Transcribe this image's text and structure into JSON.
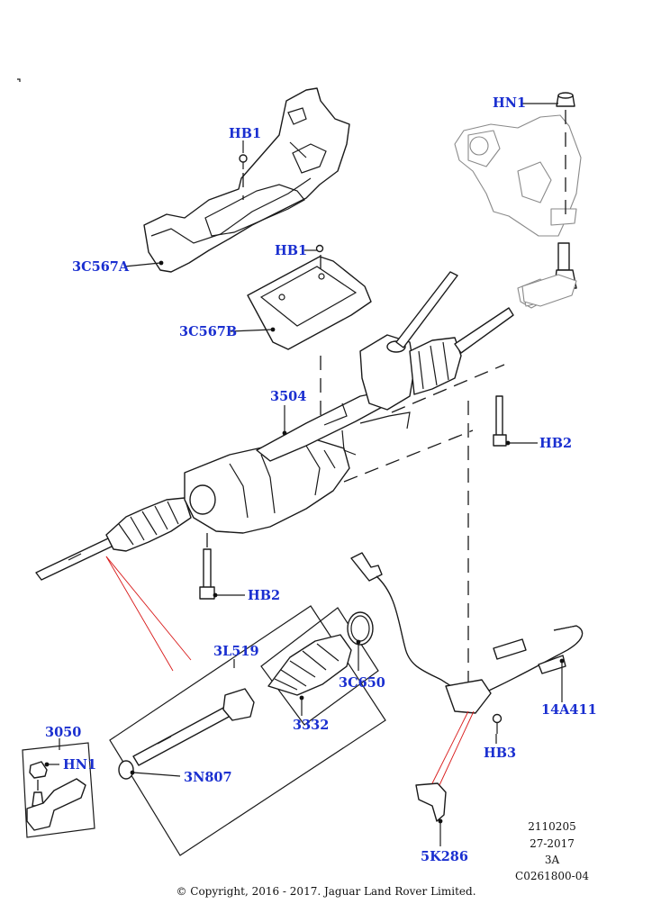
{
  "callouts": {
    "hn1_top": "HN1",
    "hb1_top": "HB1",
    "c3c567a": "3C567A",
    "hb1_mid": "HB1",
    "c3c567b": "3C567B",
    "c3504": "3504",
    "hb2_right": "HB2",
    "hb2_left": "HB2",
    "c3l519": "3L519",
    "c3c650": "3C650",
    "c3332": "3332",
    "c3050": "3050",
    "hn1_bottom": "HN1",
    "c3n807": "3N807",
    "c14a411": "14A411",
    "hb3": "HB3",
    "c5k286": "5K286"
  },
  "meta": {
    "line1": "2110205",
    "line2": "27-2017",
    "line3": "3A",
    "line4": "C0261800-04"
  },
  "copyright": "© Copyright, 2016 - 2017. Jaguar Land Rover Limited.",
  "colors": {
    "callout": "#1a2fd0",
    "leader": "#1a1a1a",
    "reference_line": "#d81818"
  }
}
